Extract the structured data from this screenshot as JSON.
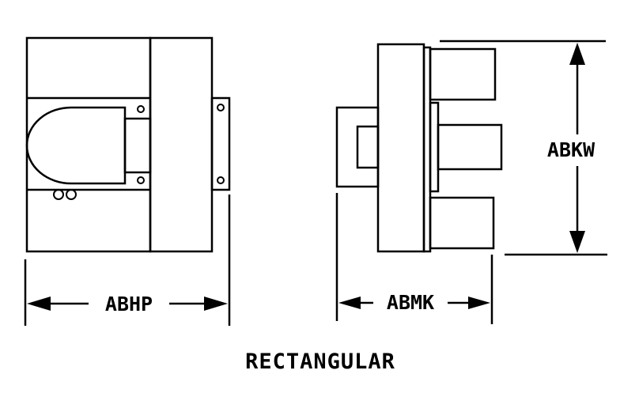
{
  "dimensions": {
    "width_label": "ABHP",
    "depth_label": "ABMK",
    "height_label": "ABKW"
  },
  "caption": "RECTANGULAR"
}
